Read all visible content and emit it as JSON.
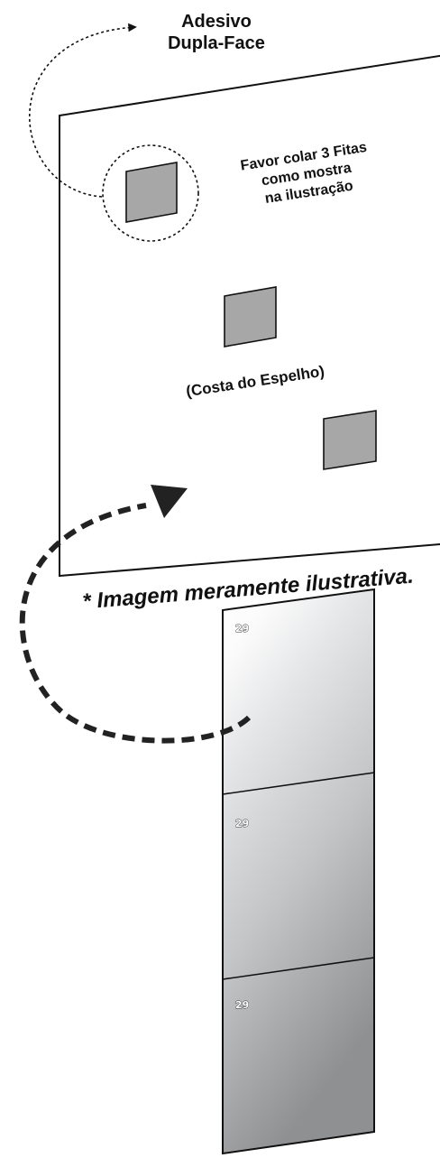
{
  "title_label": {
    "line1": "Adesivo",
    "line2": "Dupla-Face"
  },
  "instruction": {
    "line1": "Favor colar 3 Fitas",
    "line2": "como mostra",
    "line3": "na ilustração"
  },
  "mirror_back_label": "(Costa do Espelho)",
  "disclaimer": "* Imagem meramente ilustrativa.",
  "strip_segments": [
    {
      "badge": "29"
    },
    {
      "badge": "29"
    },
    {
      "badge": "29"
    }
  ],
  "colors": {
    "outline": "#111111",
    "panel_fill": "#ffffff",
    "tape_fill": "#a7a7a7",
    "arrow": "#222222"
  }
}
